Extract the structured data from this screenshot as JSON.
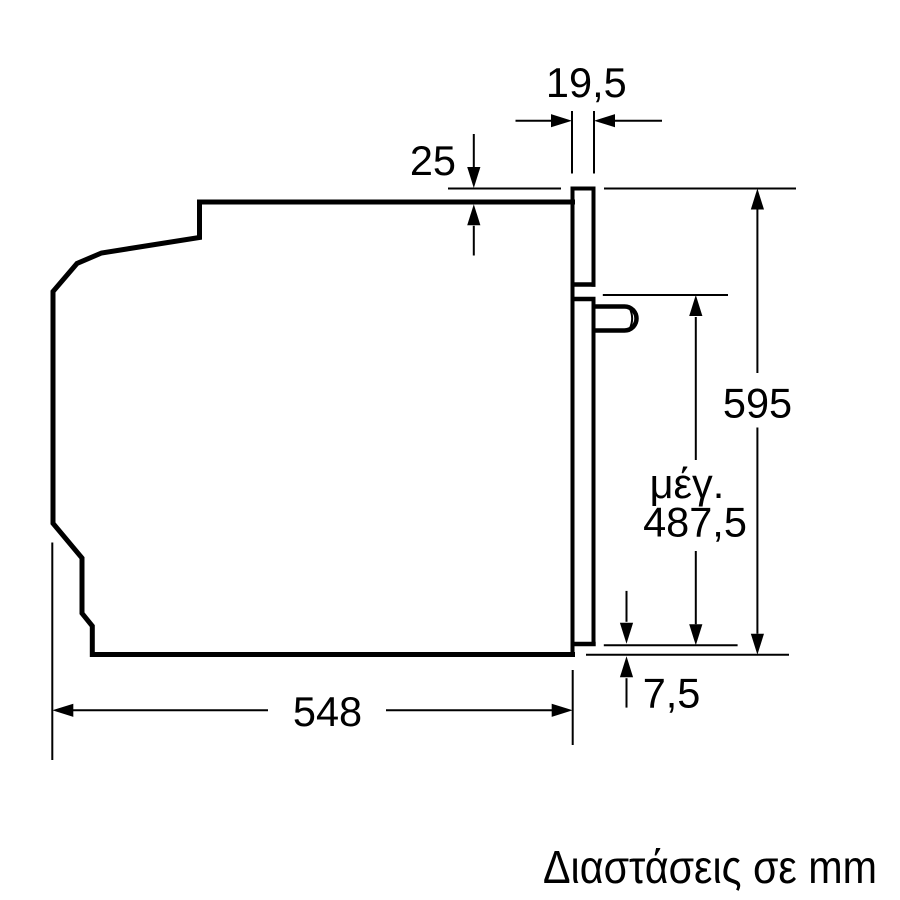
{
  "diagram": {
    "type": "appliance-installation-dimension-drawing",
    "subject": "built-in oven side profile",
    "colors": {
      "ink": "#000000",
      "background": "#ffffff"
    },
    "dimensions": {
      "front_panel_thickness": "19,5",
      "top_overhang": "25",
      "appliance_height": "595",
      "max_prefix": "μέγ.",
      "max_door_dimension": "487,5",
      "bottom_clearance": "7,5",
      "appliance_depth": "548"
    },
    "caption": {
      "units_note": "Διαστάσεις σε mm"
    }
  }
}
